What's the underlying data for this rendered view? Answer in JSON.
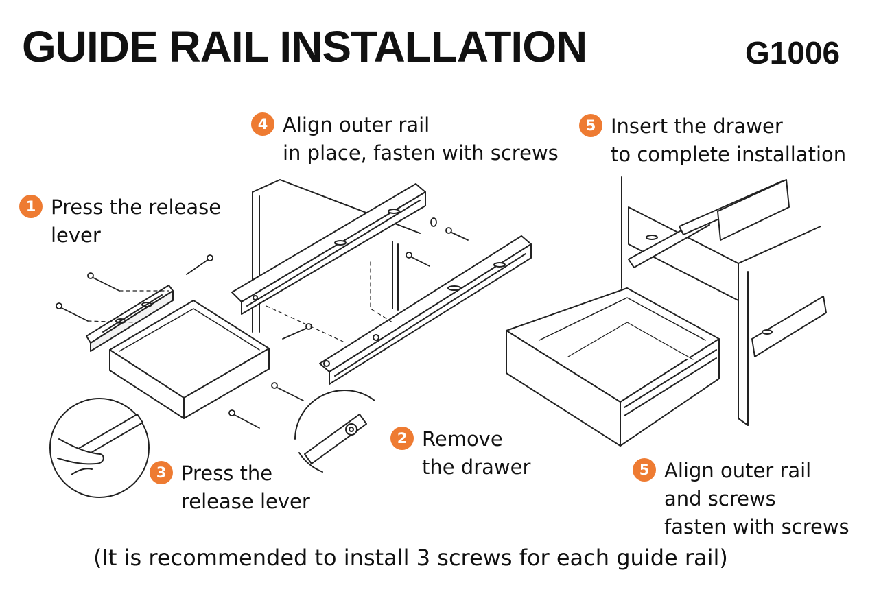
{
  "title": "GUIDE RAIL INSTALLATION",
  "model": "G1006",
  "steps": [
    {
      "number": "1",
      "lines": [
        "Press the release",
        "lever"
      ]
    },
    {
      "number": "2",
      "lines": [
        "Remove",
        "the drawer"
      ]
    },
    {
      "number": "3",
      "lines": [
        "Press the",
        "release lever"
      ]
    },
    {
      "number": "4",
      "lines": [
        "Align outer rail",
        "in place, fasten with screws"
      ]
    },
    {
      "number": "5",
      "lines": [
        "Insert the drawer",
        "to complete installation"
      ]
    },
    {
      "number": "5",
      "lines": [
        "Align outer rail",
        "and screws",
        "fasten with screws"
      ]
    }
  ],
  "footnote": "(It is recommended to install 3 screws for each guide rail)",
  "colors": {
    "accent": "#ee7b32",
    "line": "#222222",
    "text": "#111111"
  }
}
